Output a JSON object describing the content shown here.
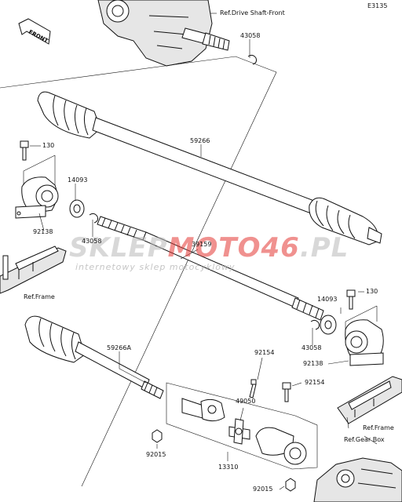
{
  "diagram_code": "E3135",
  "front_label": "FRONT",
  "refs": {
    "drive_shaft_front": "Ref.Drive Shaft-Front",
    "frame_left": "Ref.Frame",
    "frame_right": "Ref.Frame",
    "gear_box": "Ref.Gear Box"
  },
  "parts": [
    {
      "id": "p43058a",
      "number": "43058"
    },
    {
      "id": "p130a",
      "number": "130"
    },
    {
      "id": "p59266",
      "number": "59266"
    },
    {
      "id": "p14093a",
      "number": "14093"
    },
    {
      "id": "p92138a",
      "number": "92138"
    },
    {
      "id": "p43058b",
      "number": "43058"
    },
    {
      "id": "p39159",
      "number": "39159"
    },
    {
      "id": "p130b",
      "number": "130"
    },
    {
      "id": "p14093b",
      "number": "14093"
    },
    {
      "id": "p43058c",
      "number": "43058"
    },
    {
      "id": "p92138b",
      "number": "92138"
    },
    {
      "id": "p59266A",
      "number": "59266A"
    },
    {
      "id": "p92154a",
      "number": "92154"
    },
    {
      "id": "p92154b",
      "number": "92154"
    },
    {
      "id": "p49050",
      "number": "49050"
    },
    {
      "id": "p92015a",
      "number": "92015"
    },
    {
      "id": "p13310",
      "number": "13310"
    },
    {
      "id": "p92015b",
      "number": "92015"
    }
  ],
  "watermark": {
    "part1": "SKLEP",
    "part2": "MOTO46",
    "part3": ".PL",
    "tagline": "internetowy sklep motocyklowy",
    "color_gray": "#b9b9b9",
    "color_red": "#e53935"
  }
}
